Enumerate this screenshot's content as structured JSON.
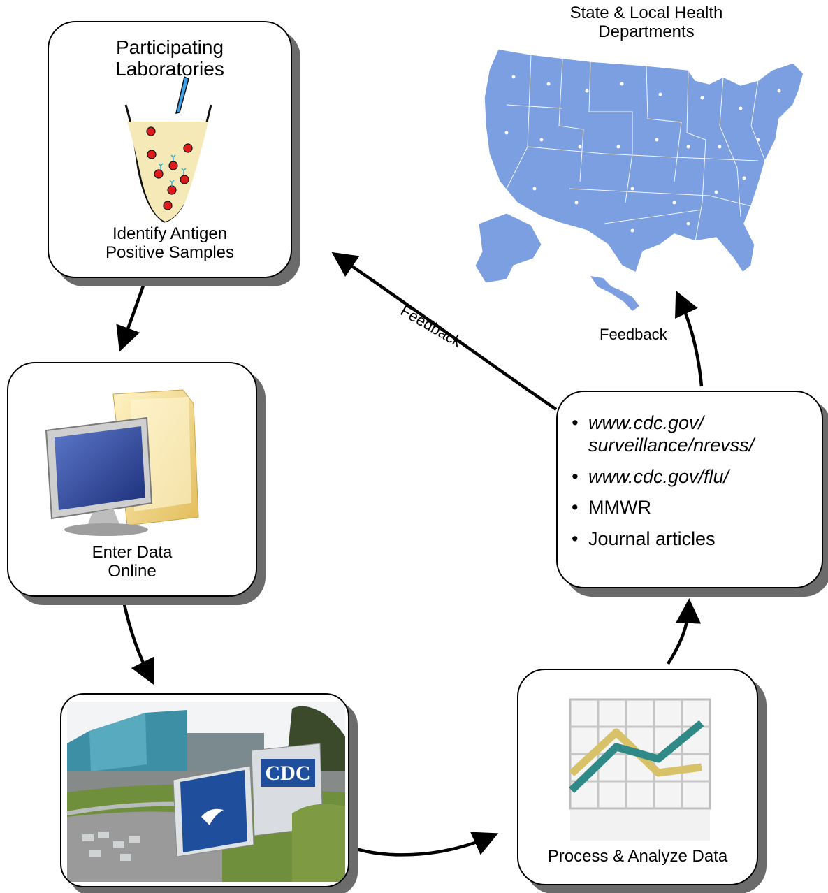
{
  "diagram": {
    "lab": {
      "title_line1": "Participating",
      "title_line2": "Laboratories",
      "caption_line1": "Identify Antigen",
      "caption_line2": "Positive Samples",
      "icon": "test-tube-with-pipette"
    },
    "enter_data": {
      "caption_line1": "Enter Data",
      "caption_line2": "Online",
      "icon": "computer-monitor-folder"
    },
    "cdc": {
      "sign_text": "CDC",
      "icon": "cdc-headquarters-photo"
    },
    "process": {
      "caption": "Process & Analyze Data",
      "icon": "line-chart"
    },
    "publications": {
      "items": [
        {
          "line1": "www.cdc.gov/",
          "line2": "surveillance/nrevss/",
          "italic": true
        },
        {
          "line1": "www.cdc.gov/flu/",
          "italic": true
        },
        {
          "line1": "MMWR",
          "italic": false
        },
        {
          "line1": "Journal articles",
          "italic": false
        }
      ]
    },
    "health_depts": {
      "title_line1": "State & Local Health",
      "title_line2": "Departments",
      "icon": "usa-map"
    },
    "feedback_left": "Feedback",
    "feedback_right": "Feedback",
    "colors": {
      "map": "#7b9fe0",
      "tube": "#f5e9b8",
      "dot": "#e01b1b",
      "chart_teal": "#2f8a87",
      "chart_gold": "#d7c26a",
      "cdc_blue": "#1f4f9c"
    }
  }
}
